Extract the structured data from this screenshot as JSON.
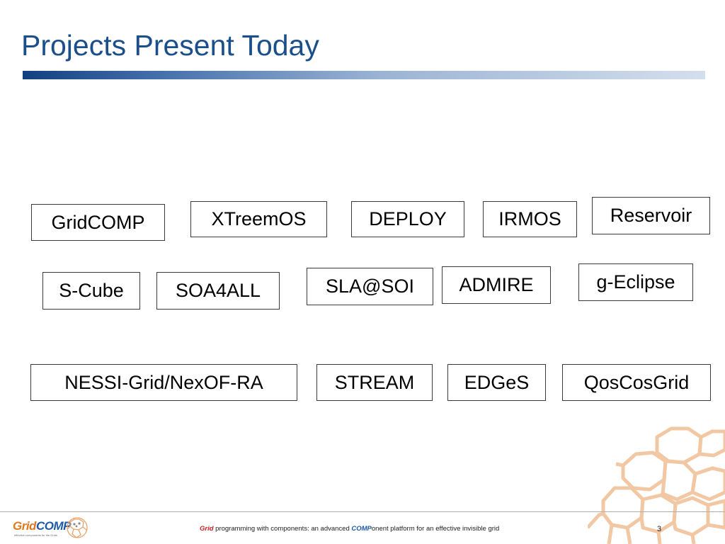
{
  "slide": {
    "title": "Projects Present Today"
  },
  "projects": [
    {
      "key": "gridcomp",
      "label": "GridCOMP"
    },
    {
      "key": "xtreemos",
      "label": "XTreemOS"
    },
    {
      "key": "deploy",
      "label": "DEPLOY"
    },
    {
      "key": "irmos",
      "label": "IRMOS"
    },
    {
      "key": "reservoir",
      "label": "Reservoir"
    },
    {
      "key": "s-cube",
      "label": "S-Cube"
    },
    {
      "key": "soa4all",
      "label": "SOA4ALL"
    },
    {
      "key": "sla-soi",
      "label": "SLA@SOI"
    },
    {
      "key": "admire",
      "label": "ADMIRE"
    },
    {
      "key": "g-eclipse",
      "label": "g-Eclipse"
    },
    {
      "key": "nessi-grid",
      "label": "NESSI-Grid/NexOF-RA"
    },
    {
      "key": "stream",
      "label": "STREAM"
    },
    {
      "key": "edges",
      "label": "EDGeS"
    },
    {
      "key": "qoscosgrid",
      "label": "QosCosGrid"
    }
  ],
  "footer": {
    "logo_grid": "Grid",
    "logo_comp": "COMP",
    "logo_subtitle": "effective components for the Grids",
    "tagline_grid": "Grid",
    "tagline_middle": " programming with components: an advanced ",
    "tagline_comp": "COMP",
    "tagline_end": "onent platform for an effective invisible grid",
    "page_number": "3"
  },
  "colors": {
    "title": "#1a4f8b",
    "accent_orange": "#e0781e",
    "accent_blue": "#1f5aa6",
    "tagline_red": "#cc1f1f",
    "decor_stroke": "#f2c8a4"
  },
  "icons": {
    "logo": "geodesic-sphere-icon",
    "decor": "honeycomb-sphere-decoration"
  }
}
